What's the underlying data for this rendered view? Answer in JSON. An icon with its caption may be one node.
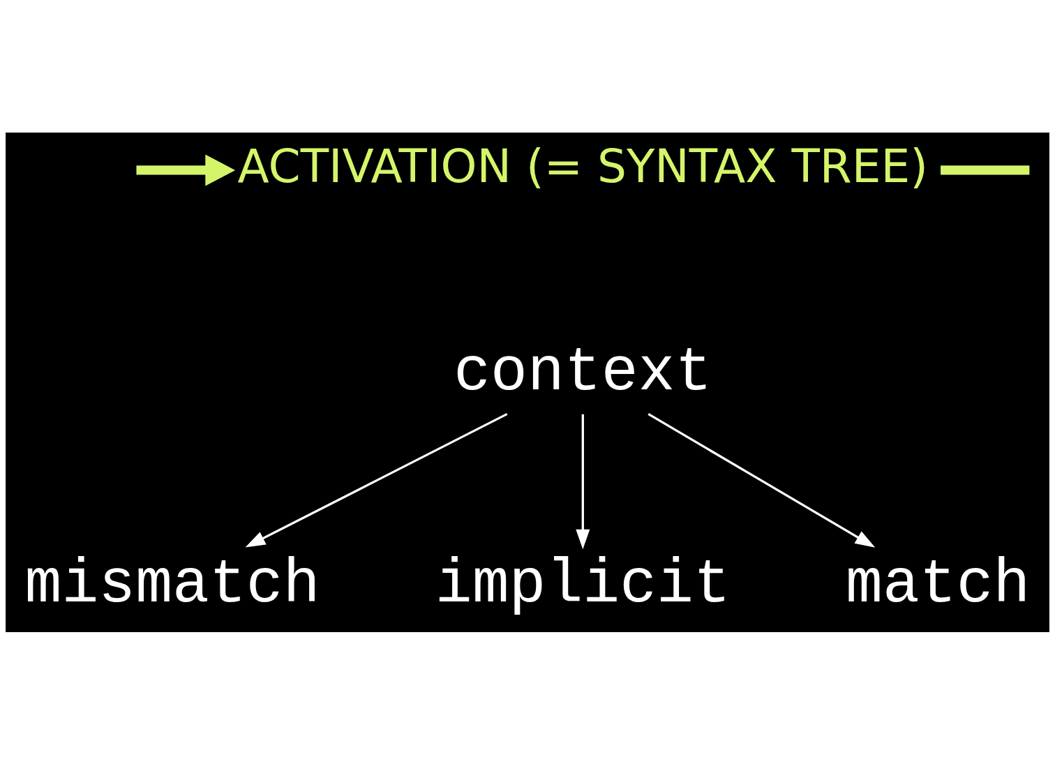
{
  "diagram": {
    "nodes": [
      {
        "text": [
          "ACTIVATION (= SYNTAX TREE)"
        ]
      },
      {
        "text": [
          "context"
        ]
      },
      {
        "text": [
          "mismatch"
        ]
      },
      {
        "text": [
          "implicit"
        ]
      },
      {
        "text": [
          "match"
        ]
      }
    ],
    "edges": [
      {
        "from": 0,
        "to": null,
        "arrow": "none",
        "style": "thick",
        "color": "#d4f56a"
      },
      {
        "from": null,
        "to": 0,
        "arrow": "to",
        "style": "thick",
        "color": "#d4f56a"
      },
      {
        "from": 1,
        "to": 2,
        "arrow": "to"
      },
      {
        "from": 1,
        "to": 3,
        "arrow": "to"
      },
      {
        "from": 1,
        "to": 4,
        "arrow": "to"
      }
    ]
  }
}
